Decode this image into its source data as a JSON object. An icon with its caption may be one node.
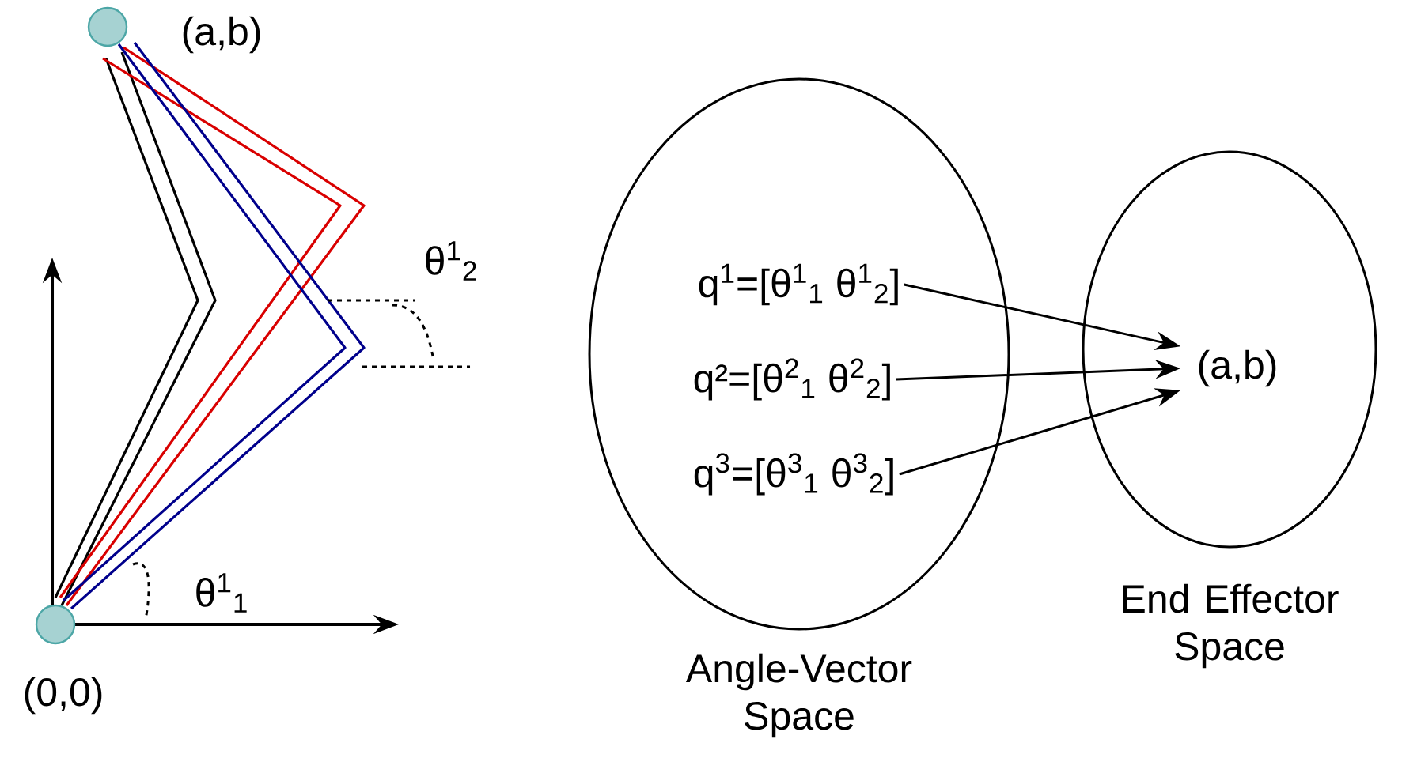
{
  "diagram": {
    "nodes": [
      {
        "text": [
          "Angle-Vector Space"
        ]
      },
      {
        "text": [
          "q$^{1}$=[θ$^{1}$$_{1}$ θ$^{1}$$_{2}$]"
        ],
        "in": 0
      },
      {
        "text": [
          "q²=[θ$^{2}$$_{1}$ θ$^{2}$$_{2}$]"
        ],
        "in": 0
      },
      {
        "text": [
          "q$^{3}$=[θ$^{3}$$_{1}$ θ$^{3}$$_{2}$]"
        ],
        "in": 0
      },
      {
        "text": [
          "End Effector Space"
        ]
      },
      {
        "text": [
          "(a,b)"
        ],
        "in": 4
      }
    ],
    "edges": [
      {
        "from": 1,
        "to": 5,
        "arrow": "to"
      },
      {
        "from": 2,
        "to": 5,
        "arrow": "to"
      },
      {
        "from": 3,
        "to": 5,
        "arrow": "to"
      }
    ],
    "labels": [
      "(a,b)",
      "θ$^{1}$$_{2}$",
      "θ$^{1}$$_{1}$",
      "(0,0)"
    ]
  }
}
